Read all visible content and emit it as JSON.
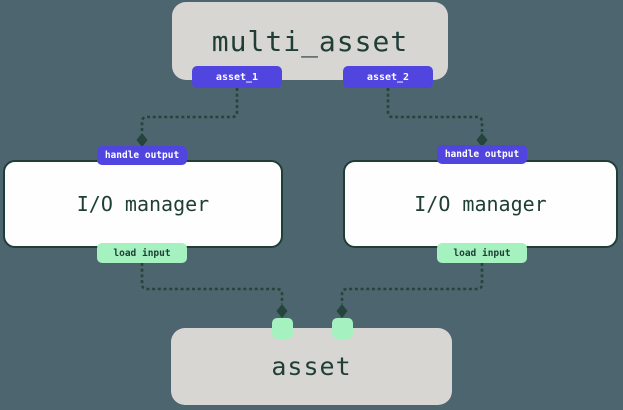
{
  "diagram": {
    "multi_asset_node": {
      "label": "multi_asset"
    },
    "output_badges": [
      {
        "label": "asset_1"
      },
      {
        "label": "asset_2"
      }
    ],
    "io_manager_nodes": [
      {
        "label": "I/O manager",
        "top_badge": "handle output",
        "bottom_badge": "load input"
      },
      {
        "label": "I/O manager",
        "top_badge": "handle output",
        "bottom_badge": "load input"
      }
    ],
    "asset_node": {
      "label": "asset",
      "input_port_count": 2
    },
    "colors": {
      "background": "#4C656E",
      "node_fill": "#D8D6D3",
      "node_border_text": "#1E3E36",
      "io_manager_fill": "#FEFEFE",
      "output_badge_fill": "#5145E0",
      "output_badge_text": "#FFFFFF",
      "input_badge_fill": "#A5F2C0",
      "connector": "#24443C"
    }
  }
}
